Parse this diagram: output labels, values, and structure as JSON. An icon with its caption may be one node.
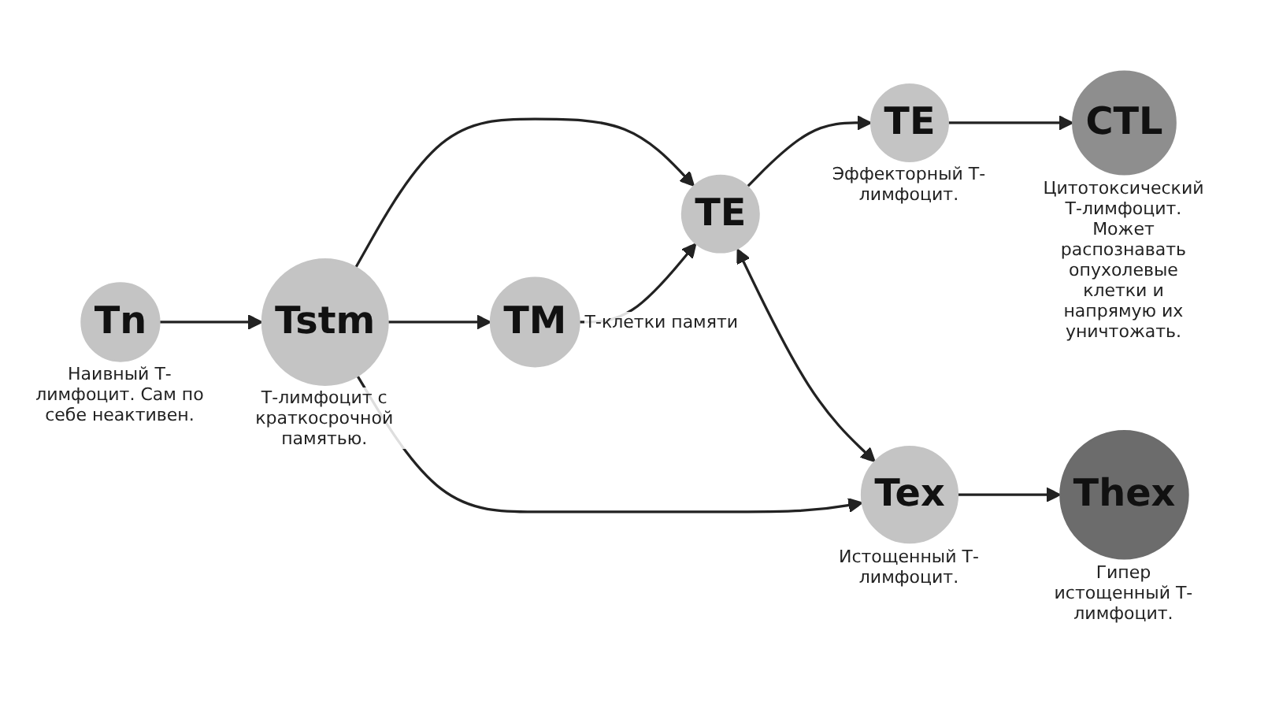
{
  "diagram": {
    "nodes": [
      {
        "text": [
          "Tn"
        ],
        "beside": [
          "Наивный Т-лимфоцит. Сам по себе неактивен."
        ]
      },
      {
        "text": [
          "Tstm"
        ],
        "beside": [
          "Т-лимфоцит с краткосрочной памятью."
        ]
      },
      {
        "text": [
          "TM"
        ],
        "beside": [
          "Т-клетки памяти"
        ]
      },
      {
        "text": [
          "TE"
        ]
      },
      {
        "text": [
          "TE"
        ],
        "beside": [
          "Эффекторный Т-лимфоцит."
        ]
      },
      {
        "text": [
          "CTL"
        ],
        "beside": [
          "Цитотоксический Т-лимфоцит. Может распознавать опухолевые клетки и напрямую их уничтожать."
        ]
      },
      {
        "text": [
          "Tex"
        ],
        "beside": [
          "Истощенный Т-лимфоцит."
        ]
      },
      {
        "text": [
          "Thex"
        ],
        "beside": [
          "Гипер истощенный Т-лимфоцит."
        ]
      }
    ],
    "edges": [
      {
        "from": 0,
        "to": 1,
        "arrow": "to"
      },
      {
        "from": 1,
        "to": 2,
        "arrow": "to"
      },
      {
        "from": 1,
        "to": 3,
        "arrow": "to"
      },
      {
        "from": 2,
        "to": 3,
        "arrow": "to"
      },
      {
        "from": 3,
        "to": 4,
        "arrow": "to"
      },
      {
        "from": 4,
        "to": 5,
        "arrow": "to"
      },
      {
        "from": 3,
        "to": 6,
        "arrow": "both"
      },
      {
        "from": 1,
        "to": 6,
        "arrow": "to"
      },
      {
        "from": 6,
        "to": 7,
        "arrow": "to"
      }
    ]
  }
}
